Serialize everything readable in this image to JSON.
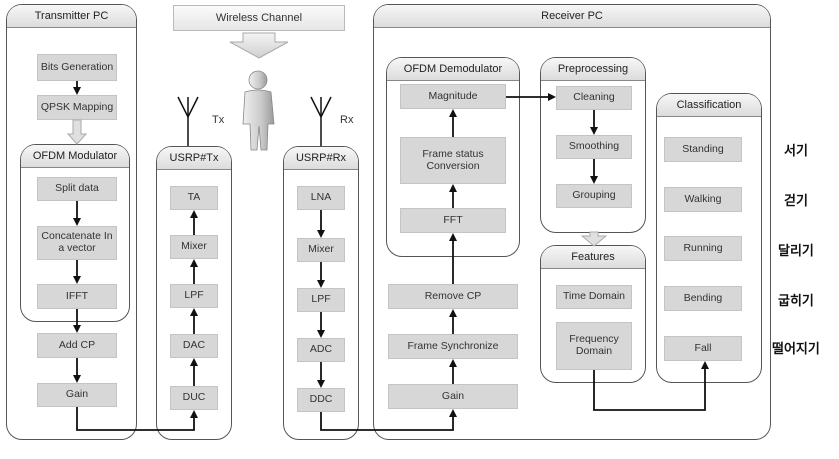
{
  "wireless_channel": "Wireless Channel",
  "transmitter": {
    "title": "Transmitter PC",
    "bits": "Bits Generation",
    "qpsk": "QPSK Mapping",
    "ofdm_title": "OFDM Modulator",
    "split": "Split data",
    "concat": "Concatenate In a vector",
    "ifft": "IFFT",
    "addcp": "Add CP",
    "gain": "Gain"
  },
  "usrp_tx": {
    "title": "USRP#Tx",
    "ta": "TA",
    "mixer": "Mixer",
    "lpf": "LPF",
    "dac": "DAC",
    "duc": "DUC",
    "antenna_label": "Tx"
  },
  "usrp_rx": {
    "title": "USRP#Rx",
    "lna": "LNA",
    "mixer": "Mixer",
    "lpf": "LPF",
    "adc": "ADC",
    "ddc": "DDC",
    "antenna_label": "Rx"
  },
  "receiver": {
    "title": "Receiver PC",
    "ofdm_title": "OFDM Demodulator",
    "magnitude": "Magnitude",
    "frame_status": "Frame status Conversion",
    "fft": "FFT",
    "removecp": "Remove CP",
    "framesync": "Frame Synchronize",
    "gain": "Gain",
    "prep_title": "Preprocessing",
    "cleaning": "Cleaning",
    "smoothing": "Smoothing",
    "grouping": "Grouping",
    "features_title": "Features",
    "time": "Time Domain",
    "freq": "Frequency Domain",
    "class_title": "Classification",
    "standing": "Standing",
    "walking": "Walking",
    "running": "Running",
    "bending": "Bending",
    "fall": "Fall"
  },
  "korean_labels": [
    "서기",
    "걷기",
    "달리기",
    "굽히기",
    "떨어지기"
  ]
}
